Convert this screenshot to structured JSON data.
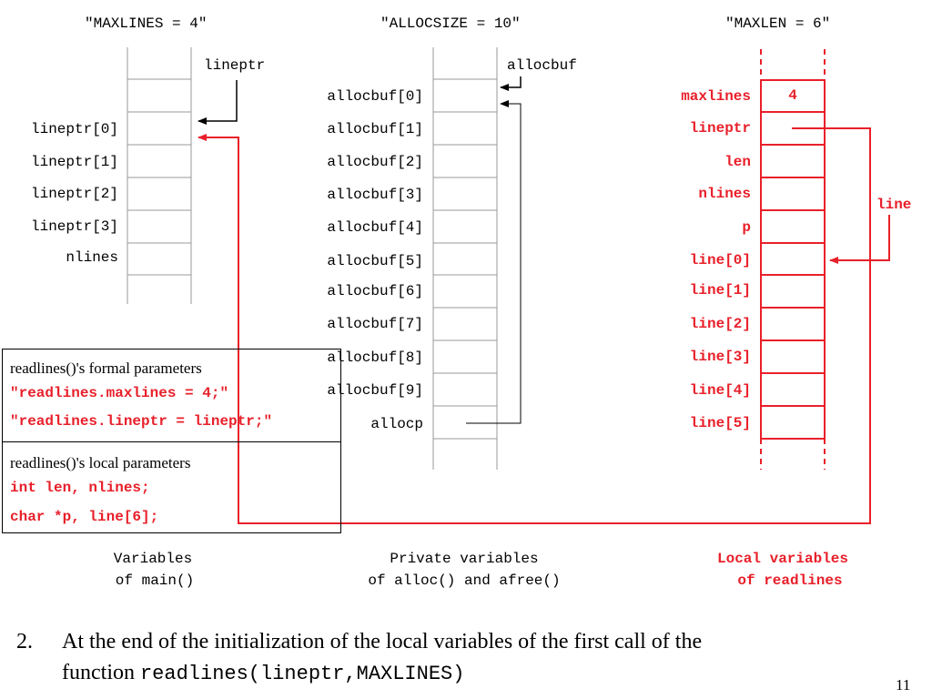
{
  "headers": {
    "maxlines": "\"MAXLINES = 4\"",
    "allocsize": "\"ALLOCSIZE = 10\"",
    "maxlen": "\"MAXLEN = 6\""
  },
  "main_vars": {
    "pointer_label": "lineptr",
    "rows": [
      "lineptr[0]",
      "lineptr[1]",
      "lineptr[2]",
      "lineptr[3]",
      "nlines"
    ],
    "caption": [
      "Variables",
      "of main()"
    ]
  },
  "alloc_vars": {
    "pointer_label": "allocbuf",
    "rows": [
      "allocbuf[0]",
      "allocbuf[1]",
      "allocbuf[2]",
      "allocbuf[3]",
      "allocbuf[4]",
      "allocbuf[5]",
      "allocbuf[6]",
      "allocbuf[7]",
      "allocbuf[8]",
      "allocbuf[9]",
      "allocp"
    ],
    "caption": [
      "Private variables",
      "of alloc() and afree()"
    ]
  },
  "readlines_vars": {
    "rows": [
      "maxlines",
      "lineptr",
      "len",
      "nlines",
      "p",
      "line[0]",
      "line[1]",
      "line[2]",
      "line[3]",
      "line[4]",
      "line[5]"
    ],
    "maxlines_value": "4",
    "line_label": "line",
    "caption": [
      "Local variables",
      "of readlines"
    ]
  },
  "formal_box": {
    "title": "readlines()'s formal parameters",
    "line1": "\"readlines.maxlines = 4;\"",
    "line2": "\"readlines.lineptr = lineptr;\""
  },
  "local_box": {
    "title": "readlines()'s local parameters",
    "line1": "int len, nlines;",
    "line2": "char *p, line[6];"
  },
  "footer": {
    "number": "2.",
    "text_line1": "At the end of the initialization of the local variables of the first call of the",
    "text_line2_prefix": "function ",
    "text_line2_code": "readlines(lineptr,MAXLINES)"
  },
  "slide_number": "11",
  "colors": {
    "accent": "#e8202a",
    "ink": "#000000"
  }
}
